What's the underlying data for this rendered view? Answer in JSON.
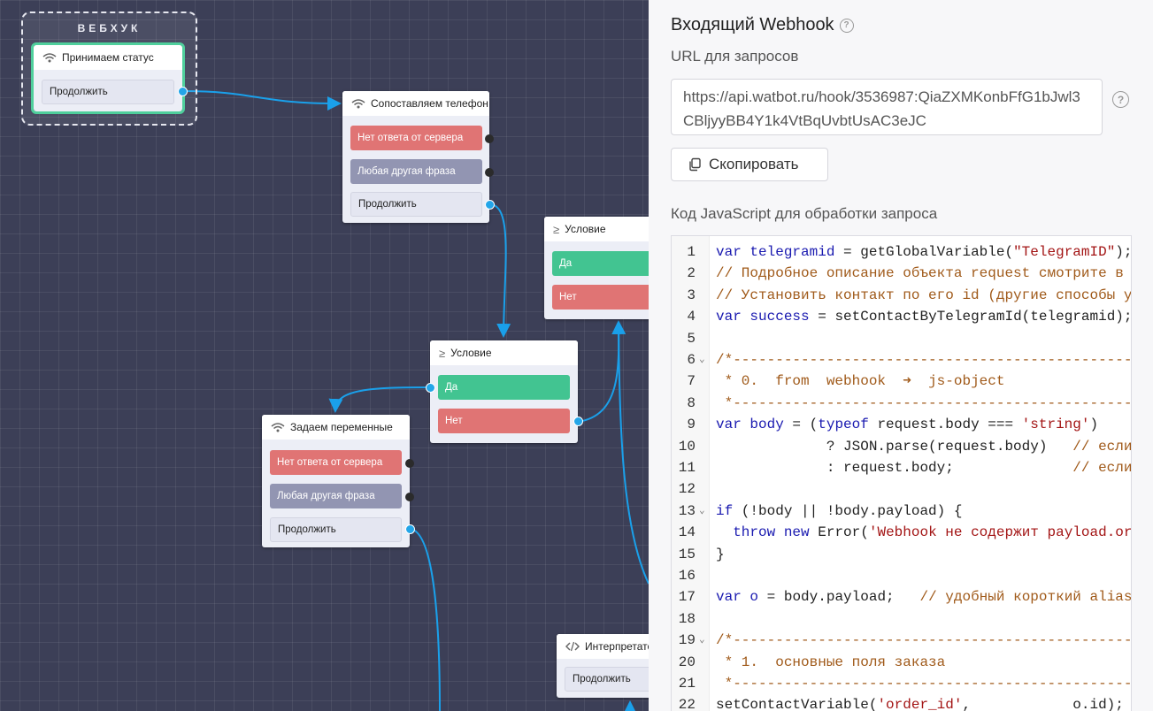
{
  "canvas": {
    "group": {
      "title": "ВЕБХУК"
    },
    "nodes": {
      "webhook": {
        "title": "Принимаем статус",
        "buttons": [
          "Продолжить"
        ]
      },
      "match_phone": {
        "title": "Сопоставляем телефон",
        "buttons": [
          "Нет ответа от сервера",
          "Любая другая фраза",
          "Продолжить"
        ]
      },
      "condition_right": {
        "title": "Условие",
        "buttons": [
          "Да",
          "Нет"
        ]
      },
      "condition_mid": {
        "title": "Условие",
        "buttons": [
          "Да",
          "Нет"
        ]
      },
      "set_vars": {
        "title": "Задаем переменные",
        "buttons": [
          "Нет ответа от сервера",
          "Любая другая фраза",
          "Продолжить"
        ]
      },
      "interpreter": {
        "title": "Интерпретатор",
        "buttons": [
          "Продолжить"
        ]
      }
    }
  },
  "panel": {
    "title": "Входящий Webhook",
    "help_glyph": "?",
    "url_label": "URL для запросов",
    "url_value": "https://api.watbot.ru/hook/3536987:QiaZXMKonbFfG1bJwl3CBljyyBB4Y1k4VtBqUvbtUsAC3eJC",
    "copy_label": "Скопировать",
    "code_label": "Код JavaScript для обработки запроса",
    "code_lines": [
      "var telegramid = getGlobalVariable(\"TelegramID\");",
      "// Подробное описание объекта request смотрите в",
      "// Установить контакт по его id (другие способы у",
      "var success = setContactByTelegramId(telegramid);",
      "",
      "/*------------------------------------------------",
      " * 0.  from  webhook  ➜  js-object",
      " *------------------------------------------------",
      "var body = (typeof request.body === 'string')",
      "             ? JSON.parse(request.body)   // если",
      "             : request.body;              // если",
      "",
      "if (!body || !body.payload) {",
      "  throw new Error('Webhook не содержит payload.or",
      "}",
      "",
      "var o = body.payload;   // удобный короткий alias",
      "",
      "/*------------------------------------------------",
      " * 1.  основные поля заказа",
      " *------------------------------------------------",
      "setContactVariable('order_id',            o.id);"
    ],
    "fold_lines": [
      6,
      13,
      19
    ]
  }
}
